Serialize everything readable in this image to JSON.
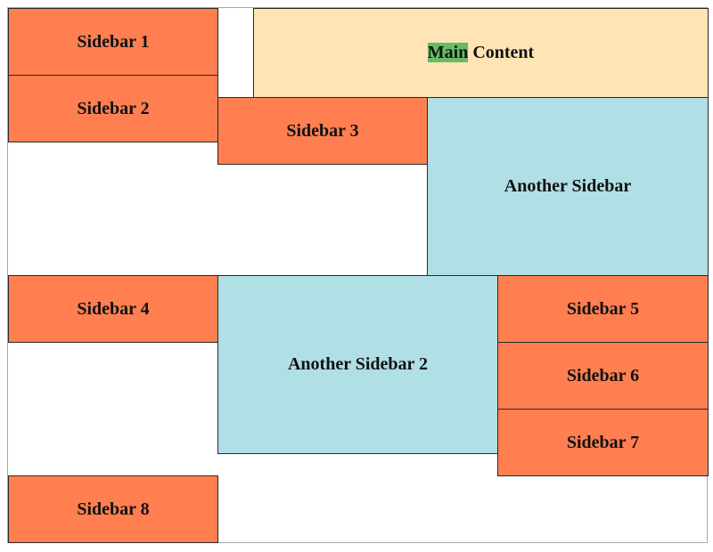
{
  "colors": {
    "sidebar": "#ff7f50",
    "another_sidebar": "#b0dfe5",
    "main_content": "#ffe4b5",
    "highlight": "#66bb66",
    "border": "#2a2a2a"
  },
  "main_content": {
    "highlight_word": "Main",
    "rest": " Content"
  },
  "sidebars": {
    "s1": "Sidebar 1",
    "s2": "Sidebar 2",
    "s3": "Sidebar 3",
    "s4": "Sidebar 4",
    "s5": "Sidebar 5",
    "s6": "Sidebar 6",
    "s7": "Sidebar 7",
    "s8": "Sidebar 8"
  },
  "another_sidebars": {
    "a1": "Another Sidebar",
    "a2": "Another Sidebar 2"
  }
}
